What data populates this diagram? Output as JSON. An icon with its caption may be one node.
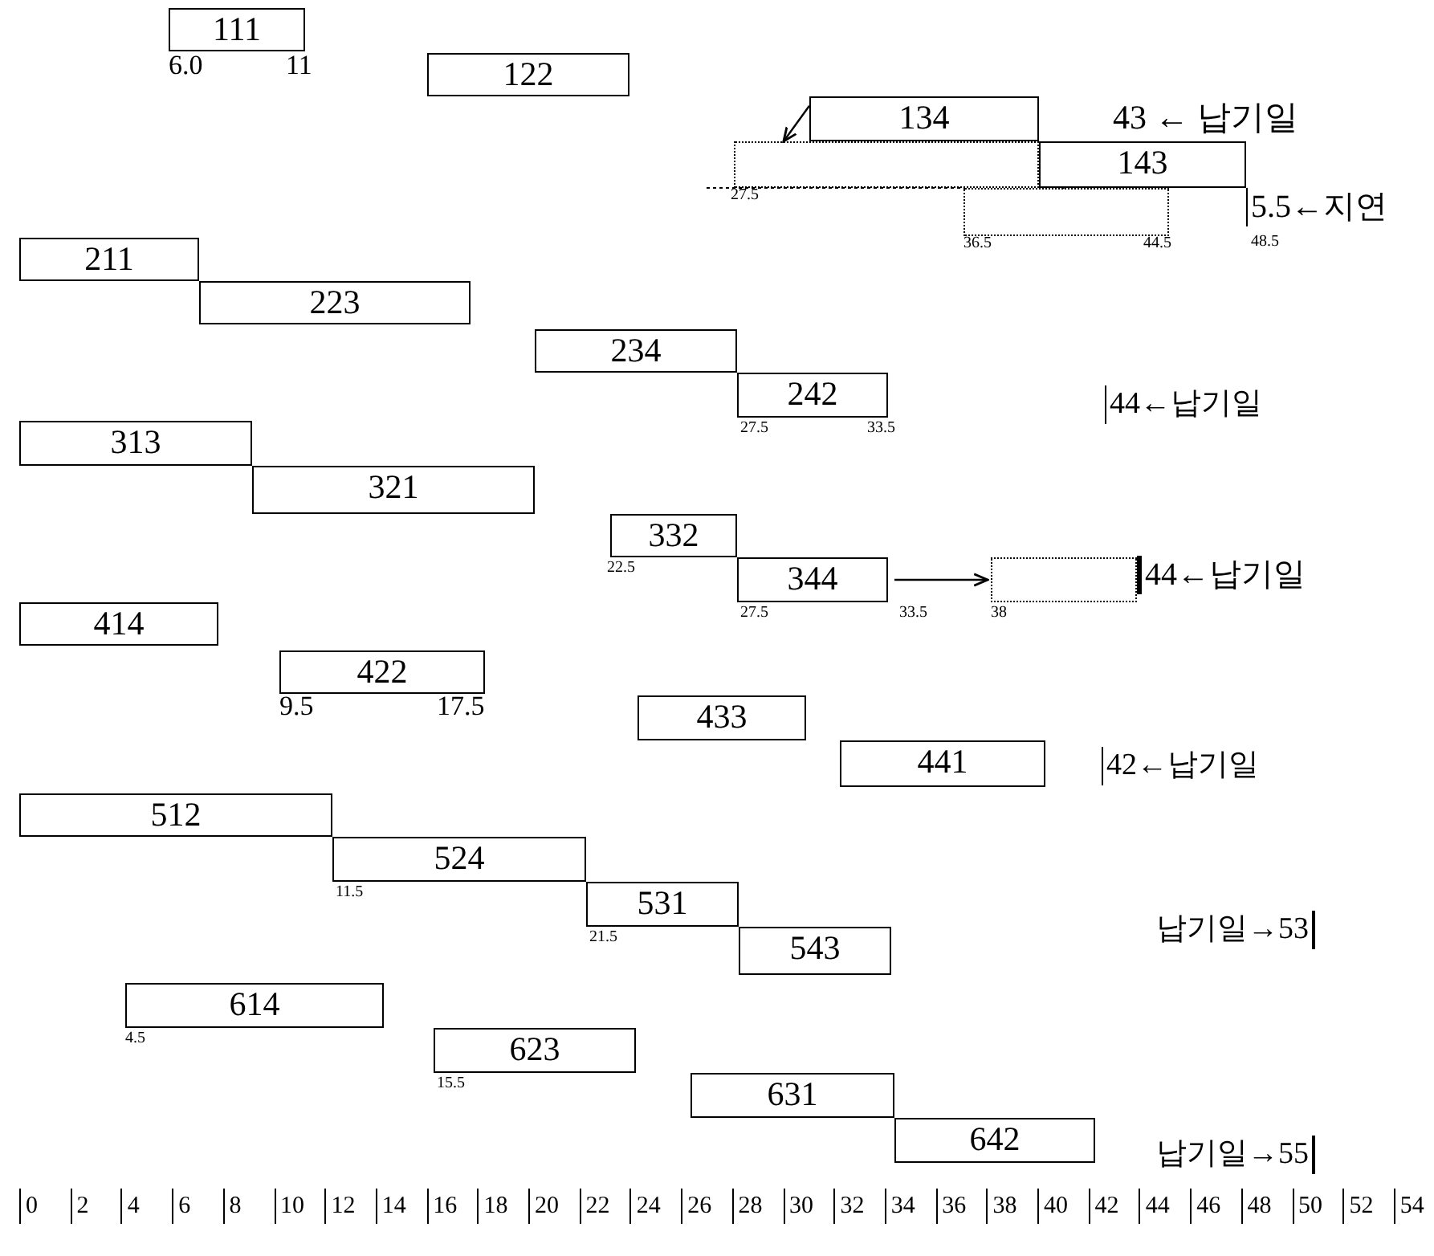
{
  "diagram": {
    "nodes": [
      {
        "text": [
          "111"
        ],
        "beside": [
          "6.0",
          "11"
        ]
      },
      {
        "text": [
          "122"
        ]
      },
      {
        "text": [
          "134"
        ]
      },
      {
        "text": [
          "143"
        ],
        "beside": [
          "48.5"
        ]
      },
      {
        "text": [],
        "shape": "box",
        "beside": [
          "27.5"
        ]
      },
      {
        "text": [],
        "shape": "box",
        "beside": [
          "36.5",
          "44.5"
        ]
      },
      {
        "text": [
          "211"
        ]
      },
      {
        "text": [
          "223"
        ]
      },
      {
        "text": [
          "234"
        ]
      },
      {
        "text": [
          "242"
        ],
        "beside": [
          "27.5",
          "33.5"
        ]
      },
      {
        "text": [
          "313"
        ]
      },
      {
        "text": [
          "321"
        ]
      },
      {
        "text": [
          "332"
        ],
        "beside": [
          "22.5"
        ]
      },
      {
        "text": [
          "344"
        ],
        "beside": [
          "27.5",
          "33.5"
        ]
      },
      {
        "text": [],
        "shape": "box",
        "beside": [
          "38"
        ]
      },
      {
        "text": [
          "414"
        ]
      },
      {
        "text": [
          "422"
        ],
        "beside": [
          "9.5",
          "17.5"
        ]
      },
      {
        "text": [
          "433"
        ]
      },
      {
        "text": [
          "441"
        ]
      },
      {
        "text": [
          "512"
        ]
      },
      {
        "text": [
          "524"
        ],
        "beside": [
          "11.5"
        ]
      },
      {
        "text": [
          "531"
        ],
        "beside": [
          "21.5"
        ]
      },
      {
        "text": [
          "543"
        ]
      },
      {
        "text": [
          "614"
        ],
        "beside": [
          "4.5"
        ]
      },
      {
        "text": [
          "623"
        ],
        "beside": [
          "15.5"
        ]
      },
      {
        "text": [
          "631"
        ]
      },
      {
        "text": [
          "642"
        ]
      }
    ],
    "edges": [
      {
        "from": 2,
        "to": 4,
        "arrow": "to"
      },
      {
        "from": 3,
        "to": 5,
        "arrow": "to"
      },
      {
        "from": 13,
        "to": 14,
        "arrow": "to"
      }
    ],
    "labels": [
      "43 ← 납기일",
      "5.5←지연",
      "44←납기일",
      "44←납기일",
      "42←납기일",
      "납기일→53",
      "납기일→55",
      "0",
      "2",
      "4",
      "6",
      "8",
      "10",
      "12",
      "14",
      "16",
      "18",
      "20",
      "22",
      "24",
      "26",
      "28",
      "30",
      "32",
      "34",
      "36",
      "38",
      "40",
      "42",
      "44",
      "46",
      "48",
      "50",
      "52",
      "54"
    ]
  }
}
